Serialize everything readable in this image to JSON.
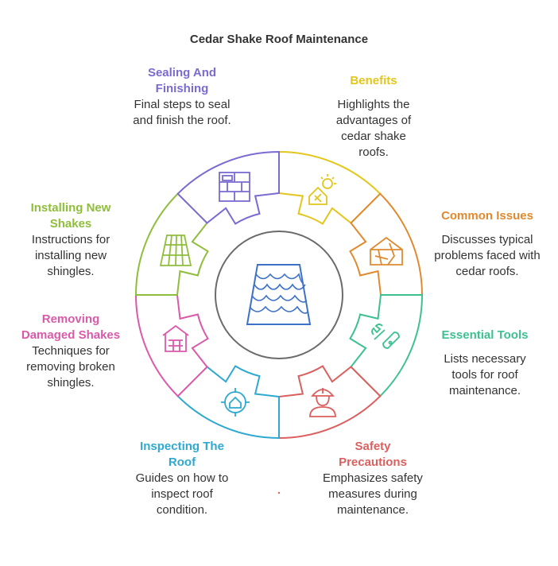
{
  "title": "Cedar Shake Roof Maintenance",
  "colors": {
    "benefits": "#e3c61c",
    "common_issues": "#e08a30",
    "essential_tools": "#3cc18f",
    "safety": "#dc5f5f",
    "inspecting": "#2fa9cf",
    "removing": "#da5aa9",
    "installing": "#8fbd3c",
    "sealing": "#7b6ad1",
    "center": "#3d71c8"
  },
  "sections": [
    {
      "key": "benefits",
      "title": "Benefits",
      "description": "Highlights the advantages of cedar shake roofs.",
      "icon": "house-sun-icon"
    },
    {
      "key": "common_issues",
      "title": "Common Issues",
      "description": "Discusses typical problems faced with cedar roofs.",
      "icon": "damaged-house-icon"
    },
    {
      "key": "essential_tools",
      "title": "Essential Tools",
      "description": "Lists necessary tools for roof maintenance.",
      "icon": "tools-icon"
    },
    {
      "key": "safety",
      "title": "Safety Precautions",
      "description": "Emphasizes safety measures during maintenance.",
      "icon": "worker-helmet-icon"
    },
    {
      "key": "inspecting",
      "title": "Inspecting The Roof",
      "description": "Guides on how to inspect roof condition.",
      "icon": "house-target-icon"
    },
    {
      "key": "removing",
      "title": "Removing Damaged Shakes",
      "description": "Techniques for removing broken shingles.",
      "icon": "house-removal-icon"
    },
    {
      "key": "installing",
      "title": "Installing New Shakes",
      "description": "Instructions for installing new shingles.",
      "icon": "roof-tiles-icon"
    },
    {
      "key": "sealing",
      "title": "Sealing And Finishing",
      "description": "Final steps to seal and finish the roof.",
      "icon": "paint-roller-wall-icon"
    }
  ],
  "center_icon": "cedar-shake-roof-icon"
}
